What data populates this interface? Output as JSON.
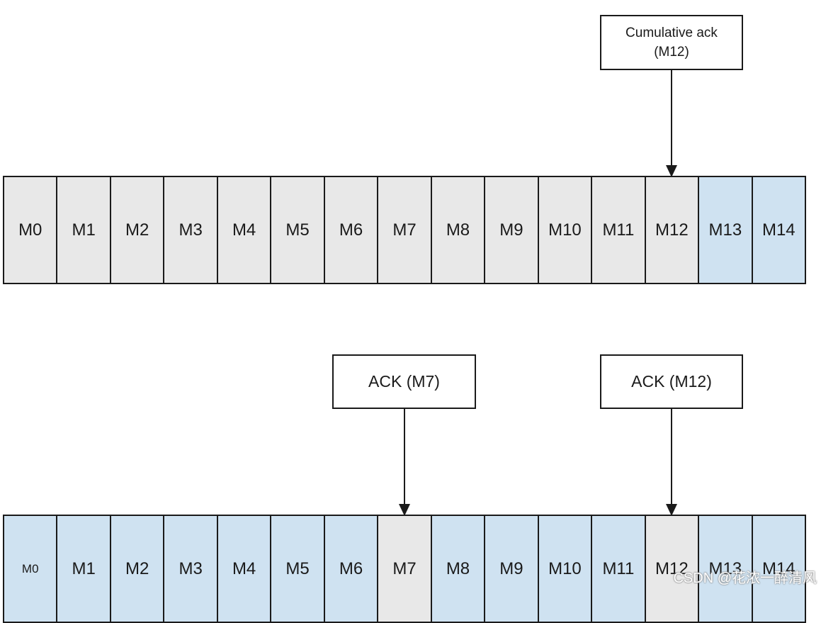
{
  "top_diagram": {
    "callout": {
      "line1": "Cumulative ack",
      "line2": "(M12)"
    },
    "cells": [
      {
        "label": "M0",
        "state": "acked"
      },
      {
        "label": "M1",
        "state": "acked"
      },
      {
        "label": "M2",
        "state": "acked"
      },
      {
        "label": "M3",
        "state": "acked"
      },
      {
        "label": "M4",
        "state": "acked"
      },
      {
        "label": "M5",
        "state": "acked"
      },
      {
        "label": "M6",
        "state": "acked"
      },
      {
        "label": "M7",
        "state": "acked"
      },
      {
        "label": "M8",
        "state": "acked"
      },
      {
        "label": "M9",
        "state": "acked"
      },
      {
        "label": "M10",
        "state": "acked"
      },
      {
        "label": "M11",
        "state": "acked"
      },
      {
        "label": "M12",
        "state": "acked"
      },
      {
        "label": "M13",
        "state": "pending"
      },
      {
        "label": "M14",
        "state": "pending"
      }
    ]
  },
  "bottom_diagram": {
    "callouts": [
      {
        "label": "ACK (M7)"
      },
      {
        "label": "ACK (M12)"
      }
    ],
    "cells": [
      {
        "label": "M0",
        "state": "pending"
      },
      {
        "label": "M1",
        "state": "pending"
      },
      {
        "label": "M2",
        "state": "pending"
      },
      {
        "label": "M3",
        "state": "pending"
      },
      {
        "label": "M4",
        "state": "pending"
      },
      {
        "label": "M5",
        "state": "pending"
      },
      {
        "label": "M6",
        "state": "pending"
      },
      {
        "label": "M7",
        "state": "acked"
      },
      {
        "label": "M8",
        "state": "pending"
      },
      {
        "label": "M9",
        "state": "pending"
      },
      {
        "label": "M10",
        "state": "pending"
      },
      {
        "label": "M11",
        "state": "pending"
      },
      {
        "label": "M12",
        "state": "acked"
      },
      {
        "label": "M13",
        "state": "pending"
      },
      {
        "label": "M14",
        "state": "pending"
      }
    ]
  },
  "colors": {
    "acked": "#e8e8e8",
    "pending": "#cfe2f1",
    "stroke": "#1a1a1a"
  },
  "watermark": "CSDN @花浓一醉清风"
}
